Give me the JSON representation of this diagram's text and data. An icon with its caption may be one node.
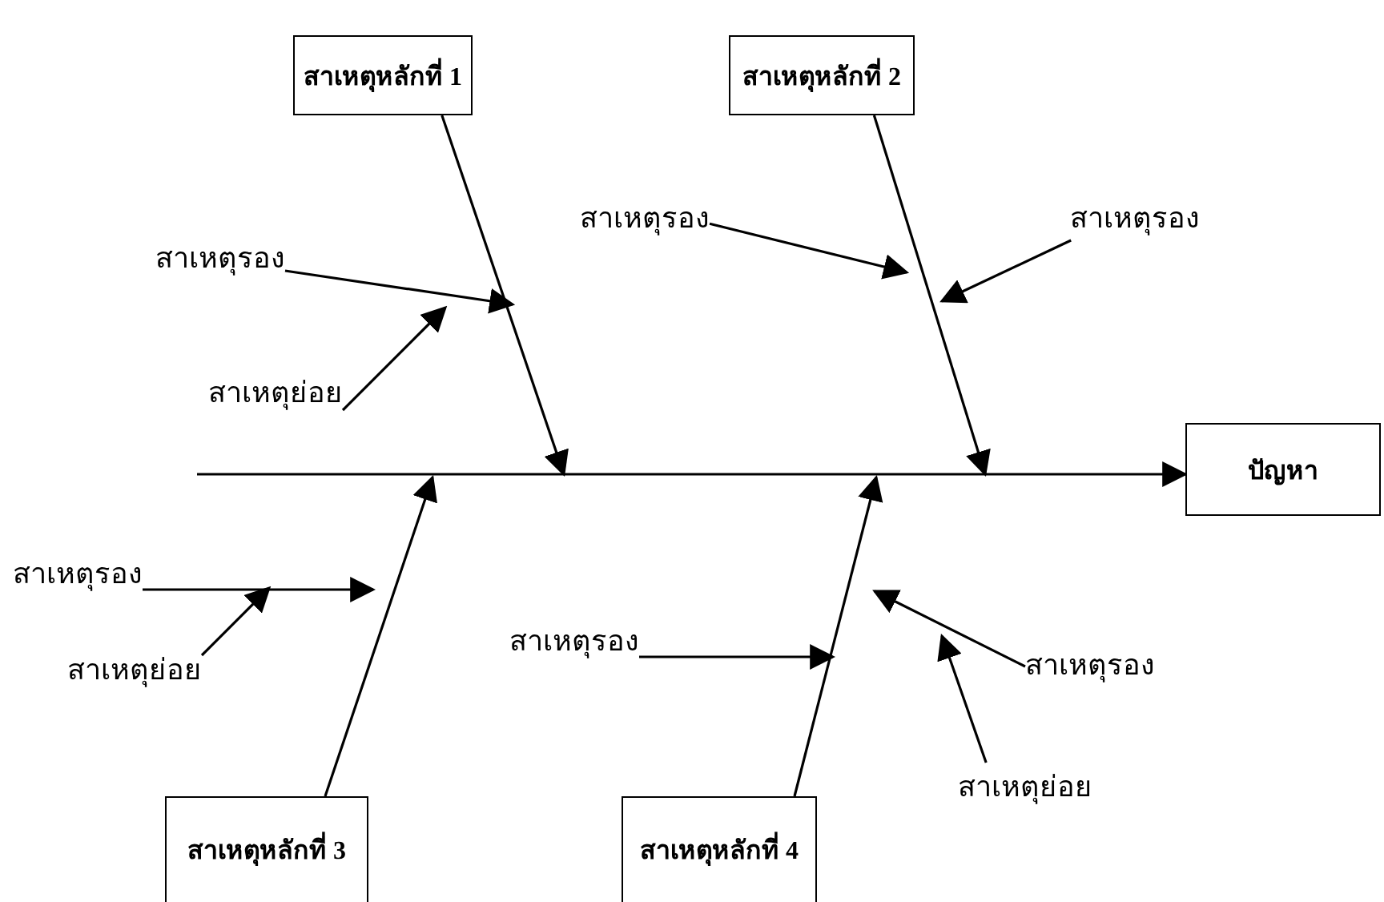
{
  "diagram": {
    "nodes": [
      {
        "text": [
          "สาเหตุหลักที่ 1"
        ]
      },
      {
        "text": [
          "สาเหตุหลักที่ 2"
        ]
      },
      {
        "text": [
          "ปัญหา"
        ]
      },
      {
        "text": [
          "สาเหตุรอง"
        ]
      },
      {
        "text": [
          "สาเหตุย่อย"
        ]
      },
      {
        "text": [
          "สาเหตุรอง"
        ]
      },
      {
        "text": [
          "สาเหตุรอง"
        ]
      },
      {
        "text": [
          "สาเหตุรอง"
        ]
      },
      {
        "text": [
          "สาเหตุย่อย"
        ]
      },
      {
        "text": [
          "สาเหตุรอง"
        ]
      },
      {
        "text": [
          "สาเหตุรอง"
        ]
      },
      {
        "text": [
          "สาเหตุย่อย"
        ]
      },
      {
        "text": [
          "สาเหตุหลักที่ 3"
        ]
      },
      {
        "text": [
          "สาเหตุหลักที่ 4"
        ]
      }
    ],
    "edges": [
      {
        "from": null,
        "to": 2,
        "arrow": "to"
      },
      {
        "from": 0,
        "to": null,
        "arrow": "to"
      },
      {
        "from": 1,
        "to": null,
        "arrow": "to"
      },
      {
        "from": 12,
        "to": null,
        "arrow": "to"
      },
      {
        "from": 13,
        "to": null,
        "arrow": "to"
      },
      {
        "from": 3,
        "to": null,
        "arrow": "to"
      },
      {
        "from": 4,
        "to": null,
        "arrow": "to"
      },
      {
        "from": 5,
        "to": null,
        "arrow": "to"
      },
      {
        "from": 6,
        "to": null,
        "arrow": "to"
      },
      {
        "from": 7,
        "to": null,
        "arrow": "to"
      },
      {
        "from": 8,
        "to": null,
        "arrow": "to"
      },
      {
        "from": 9,
        "to": null,
        "arrow": "to"
      },
      {
        "from": 10,
        "to": null,
        "arrow": "to"
      },
      {
        "from": 11,
        "to": null,
        "arrow": "to"
      }
    ]
  }
}
